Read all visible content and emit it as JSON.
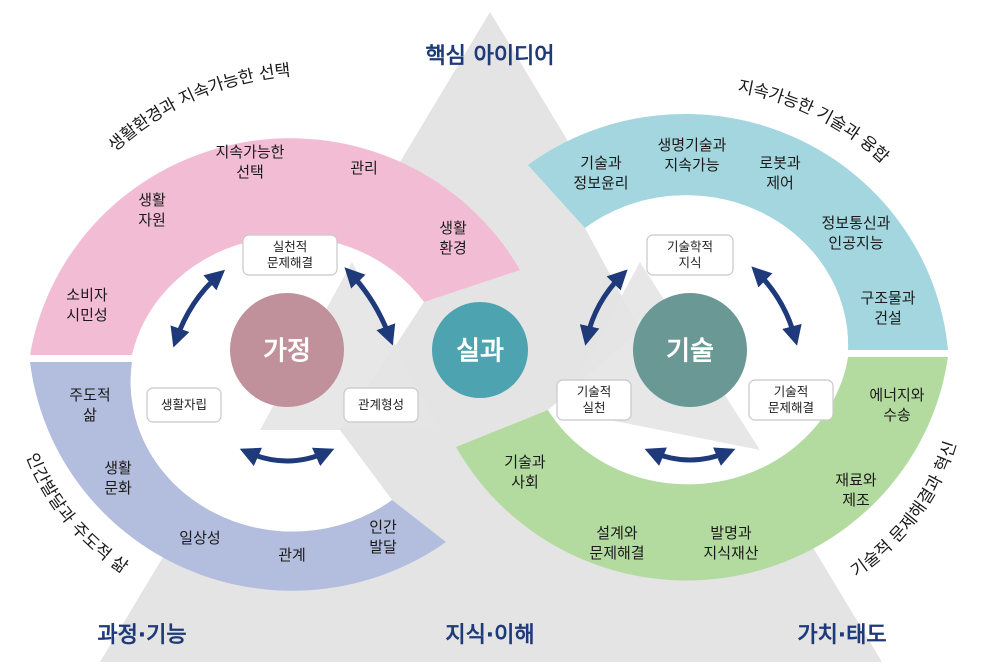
{
  "title": "핵심 아이디어",
  "bottom": {
    "left": "과정·기능",
    "center": "지식·이해",
    "right": "가치·태도"
  },
  "hubs": {
    "home": "가정",
    "practice": "실과",
    "tech": "기술"
  },
  "colors": {
    "pink": "#f2bdd4",
    "lavender": "#b3bddd",
    "cyan": "#a3d6de",
    "green": "#b3dba0",
    "triangle": "#e4e4e4",
    "home_hub": "#c0909b",
    "practice_hub": "#4ea3b0",
    "tech_hub": "#6a9894",
    "arrow": "#1f3a7a"
  },
  "arc_labels": {
    "pink": "생활환경과 지속가능한 선택",
    "lavender": "인간발달과 주도적 삶",
    "cyan": "지속가능한 기술과 융합",
    "green": "기술적 문제해결과 혁신"
  },
  "segments": {
    "pink": [
      [
        "소비자",
        "시민성"
      ],
      [
        "생활",
        "자원"
      ],
      [
        "지속가능한",
        "선택"
      ],
      [
        "관리"
      ],
      [
        "생활",
        "환경"
      ]
    ],
    "lavender": [
      [
        "주도적",
        "삶"
      ],
      [
        "생활",
        "문화"
      ],
      [
        "일상성"
      ],
      [
        "관계"
      ],
      [
        "인간",
        "발달"
      ]
    ],
    "cyan": [
      [
        "기술과",
        "정보윤리"
      ],
      [
        "생명기술과",
        "지속가능"
      ],
      [
        "로봇과",
        "제어"
      ],
      [
        "정보통신과",
        "인공지능"
      ],
      [
        "구조물과",
        "건설"
      ]
    ],
    "green": [
      [
        "에너지와",
        "수송"
      ],
      [
        "재료와",
        "제조"
      ],
      [
        "발명과",
        "지식재산"
      ],
      [
        "설계와",
        "문제해결"
      ],
      [
        "기술과",
        "사회"
      ]
    ]
  },
  "boxes": {
    "home": [
      [
        "실천적",
        "문제해결"
      ],
      [
        "생활자립"
      ],
      [
        "관계형성"
      ]
    ],
    "tech": [
      [
        "기술학적",
        "지식"
      ],
      [
        "기술적",
        "실천"
      ],
      [
        "기술적",
        "문제해결"
      ]
    ]
  }
}
